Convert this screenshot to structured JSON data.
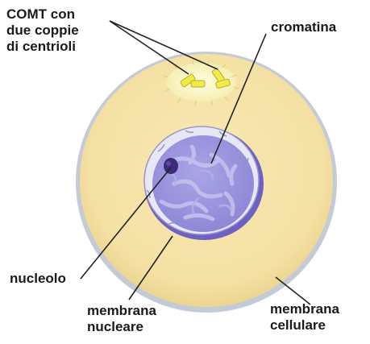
{
  "labels": {
    "centrioles": [
      "COMT con",
      "due coppie",
      "di centrioli"
    ],
    "chromatin": "cromatina",
    "nucleolus": "nucleolo",
    "nuclear_membrane": [
      "membrana",
      "nucleare"
    ],
    "cell_membrane": [
      "membrana",
      "cellulare"
    ]
  },
  "colors": {
    "cytoplasm": "#f6e3a8",
    "cell_membrane": "#b8c4cf",
    "nucleus": "#9f9be0",
    "nucleus_pattern": "#c4c0ef",
    "nuclear_envelope": "#e7e6f6",
    "nucleolus": "#3d2a78",
    "centriole": "#f1ea4a",
    "leader_line": "#222222"
  }
}
